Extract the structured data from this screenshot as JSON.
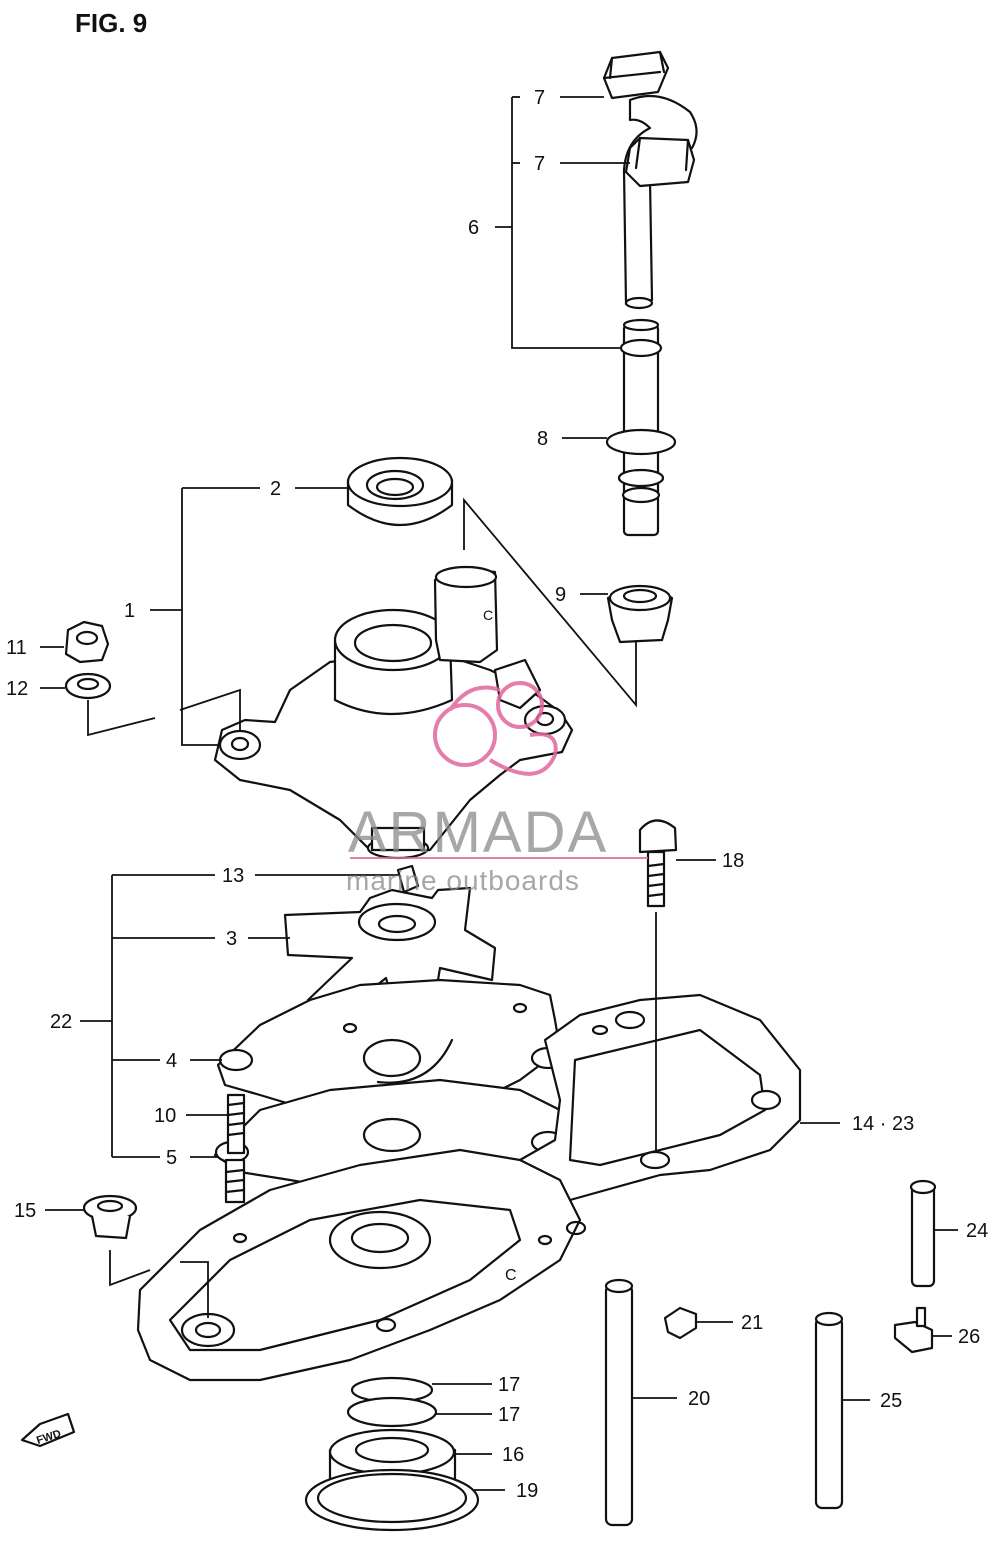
{
  "figure": {
    "title": "FIG. 9"
  },
  "fwd_badge": "FWD",
  "watermark": {
    "brand": "ARMADA",
    "tagline": "marine outboards"
  },
  "callouts": {
    "c1": "1",
    "c2": "2",
    "c3": "3",
    "c4": "4",
    "c5": "5",
    "c6": "6",
    "c7a": "7",
    "c7b": "7",
    "c8": "8",
    "c9": "9",
    "c10": "10",
    "c11": "11",
    "c12": "12",
    "c13": "13",
    "c14_23": "14 · 23",
    "c15": "15",
    "c16": "16",
    "c17a": "17",
    "c17b": "17",
    "c18": "18",
    "c19": "19",
    "c20": "20",
    "c21": "21",
    "c22": "22",
    "c24": "24",
    "c25": "25",
    "c26": "26"
  },
  "colors": {
    "line": "#111111",
    "watermark_gray": "#8a8a8a",
    "watermark_pink": "#e0679d"
  }
}
